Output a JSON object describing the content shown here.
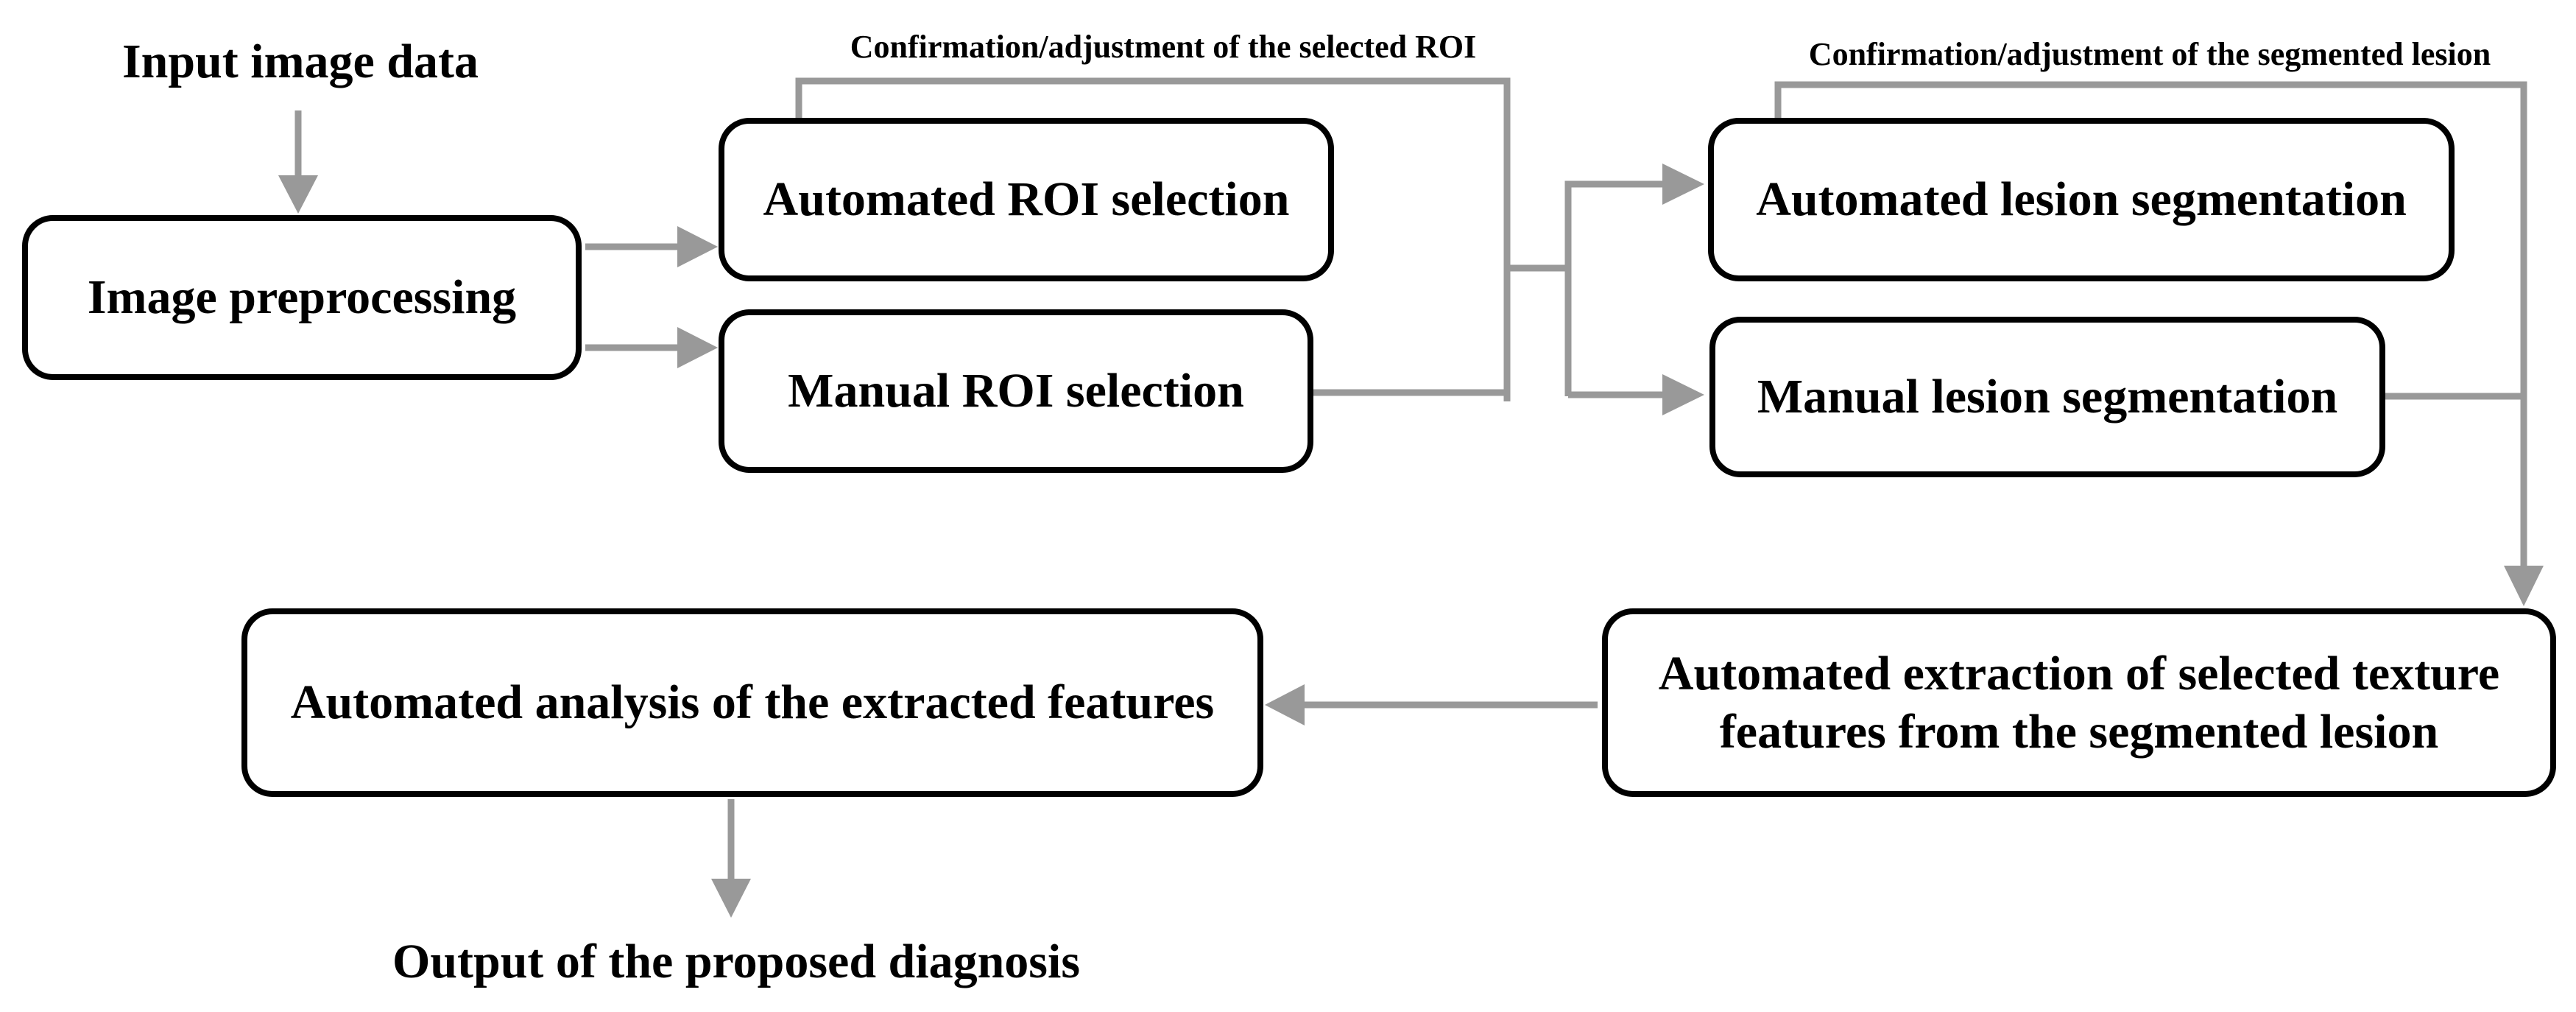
{
  "diagram": {
    "input_label": "Input image data",
    "nodes": {
      "image_preprocessing": "Image preprocessing",
      "automated_roi": "Automated ROI selection",
      "manual_roi": "Manual ROI selection",
      "automated_lesion": "Automated lesion segmentation",
      "manual_lesion": "Manual lesion segmentation",
      "feature_extraction_line1": "Automated extraction of selected texture",
      "feature_extraction_line2": "features from the segmented lesion",
      "feature_analysis": "Automated analysis of the extracted features"
    },
    "feedback_labels": {
      "roi": "Confirmation/adjustment of the selected ROI",
      "lesion": "Confirmation/adjustment of the segmented lesion"
    },
    "output_label": "Output of the proposed diagnosis",
    "colors": {
      "connector": "#999999",
      "box_border": "#000000",
      "text": "#000000",
      "background": "#ffffff"
    }
  }
}
